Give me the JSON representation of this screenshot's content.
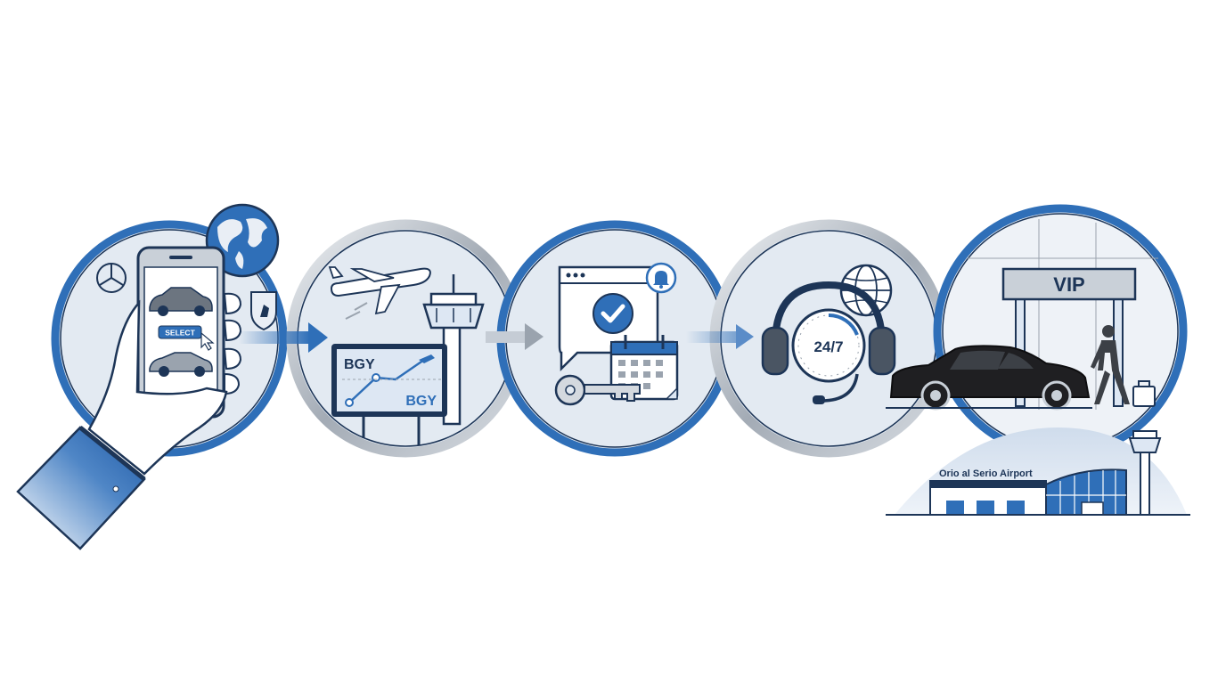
{
  "colors": {
    "navy": "#1d3557",
    "blue": "#2f6fb8",
    "light_blue": "#dde7f3",
    "silver": "#a9b1bb",
    "car_black": "#1f1f22"
  },
  "step1": {
    "select_button": "SELECT",
    "icons": [
      "smartphone-icon",
      "globe-icon",
      "car-icon",
      "sports-car-icon",
      "mercedes-logo-icon",
      "ferrari-logo-icon",
      "cursor-icon",
      "hand-icon"
    ]
  },
  "step2": {
    "board_code_top": "BGY",
    "board_code_bottom": "BGY",
    "icons": [
      "airplane-icon",
      "control-tower-icon",
      "flight-board-icon"
    ]
  },
  "step3": {
    "icons": [
      "browser-window-icon",
      "checkmark-icon",
      "bell-icon",
      "calendar-icon",
      "key-icon"
    ]
  },
  "step4": {
    "support_label": "24/7",
    "icons": [
      "headset-icon",
      "clock-icon",
      "globe-icon",
      "microphone-icon"
    ]
  },
  "step5": {
    "vip_label": "VIP",
    "airport_name": "Orio al Serio Airport",
    "icons": [
      "vip-canopy-icon",
      "sedan-icon",
      "chauffeur-icon",
      "suitcase-icon",
      "airport-terminal-icon",
      "control-tower-icon"
    ]
  }
}
